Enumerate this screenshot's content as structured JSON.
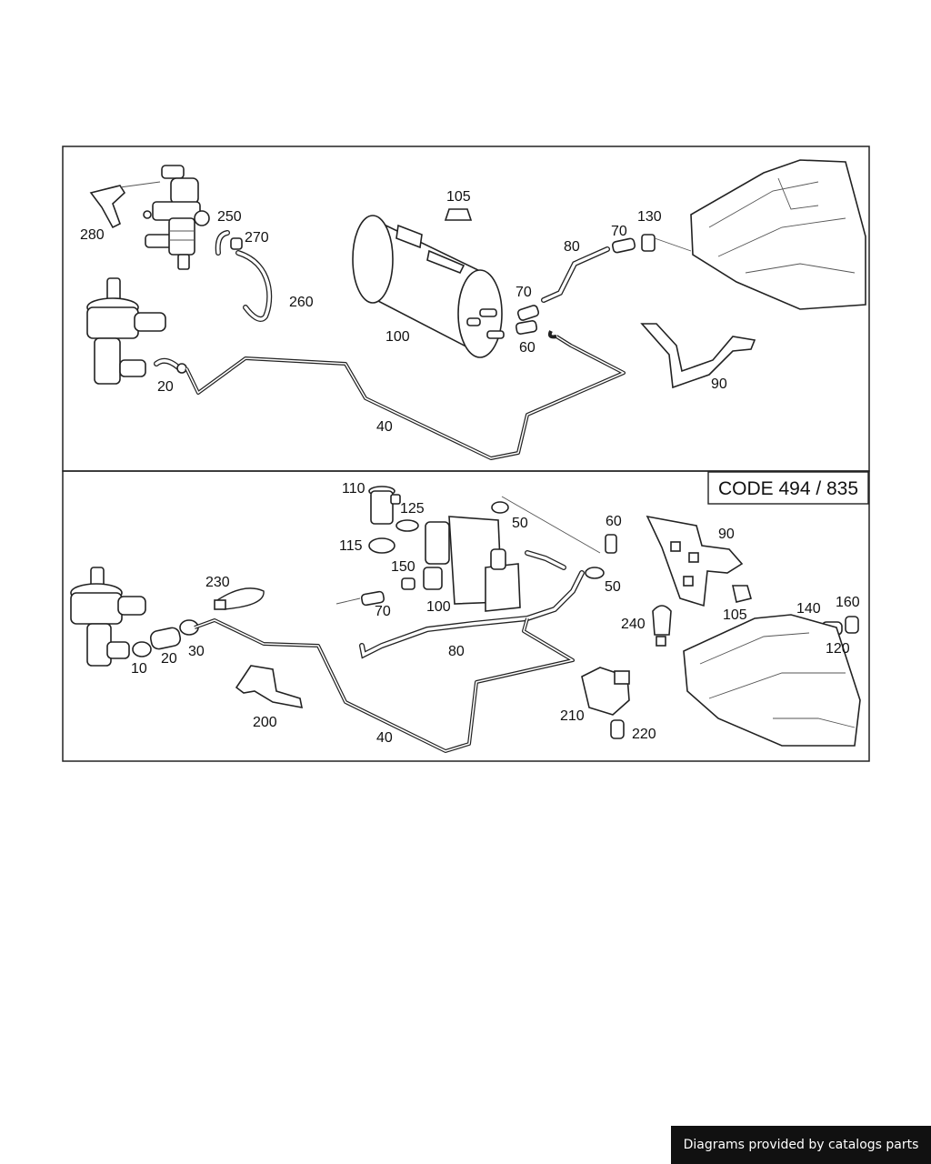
{
  "footer": {
    "text": "Diagrams provided by catalogs parts"
  },
  "lower_panel": {
    "code_label": "CODE 494 / 835"
  },
  "upper_panel": {
    "labels": {
      "l280": "280",
      "l250": "250",
      "l270": "270",
      "l260": "260",
      "l105": "105",
      "l100": "100",
      "l80": "80",
      "l70a": "70",
      "l130": "130",
      "l70b": "70",
      "l60": "60",
      "l90": "90",
      "l20": "20",
      "l40": "40"
    }
  },
  "lower_labels": {
    "l110": "110",
    "l125": "125",
    "l50a": "50",
    "l115": "115",
    "l150": "150",
    "l70": "70",
    "l100": "100",
    "l60": "60",
    "l50b": "50",
    "l90": "90",
    "l105": "105",
    "l230": "230",
    "l10": "10",
    "l20": "20",
    "l30": "30",
    "l80": "80",
    "l240": "240",
    "l140": "140",
    "l160": "160",
    "l120": "120",
    "l200": "200",
    "l40": "40",
    "l210": "210",
    "l220": "220"
  }
}
